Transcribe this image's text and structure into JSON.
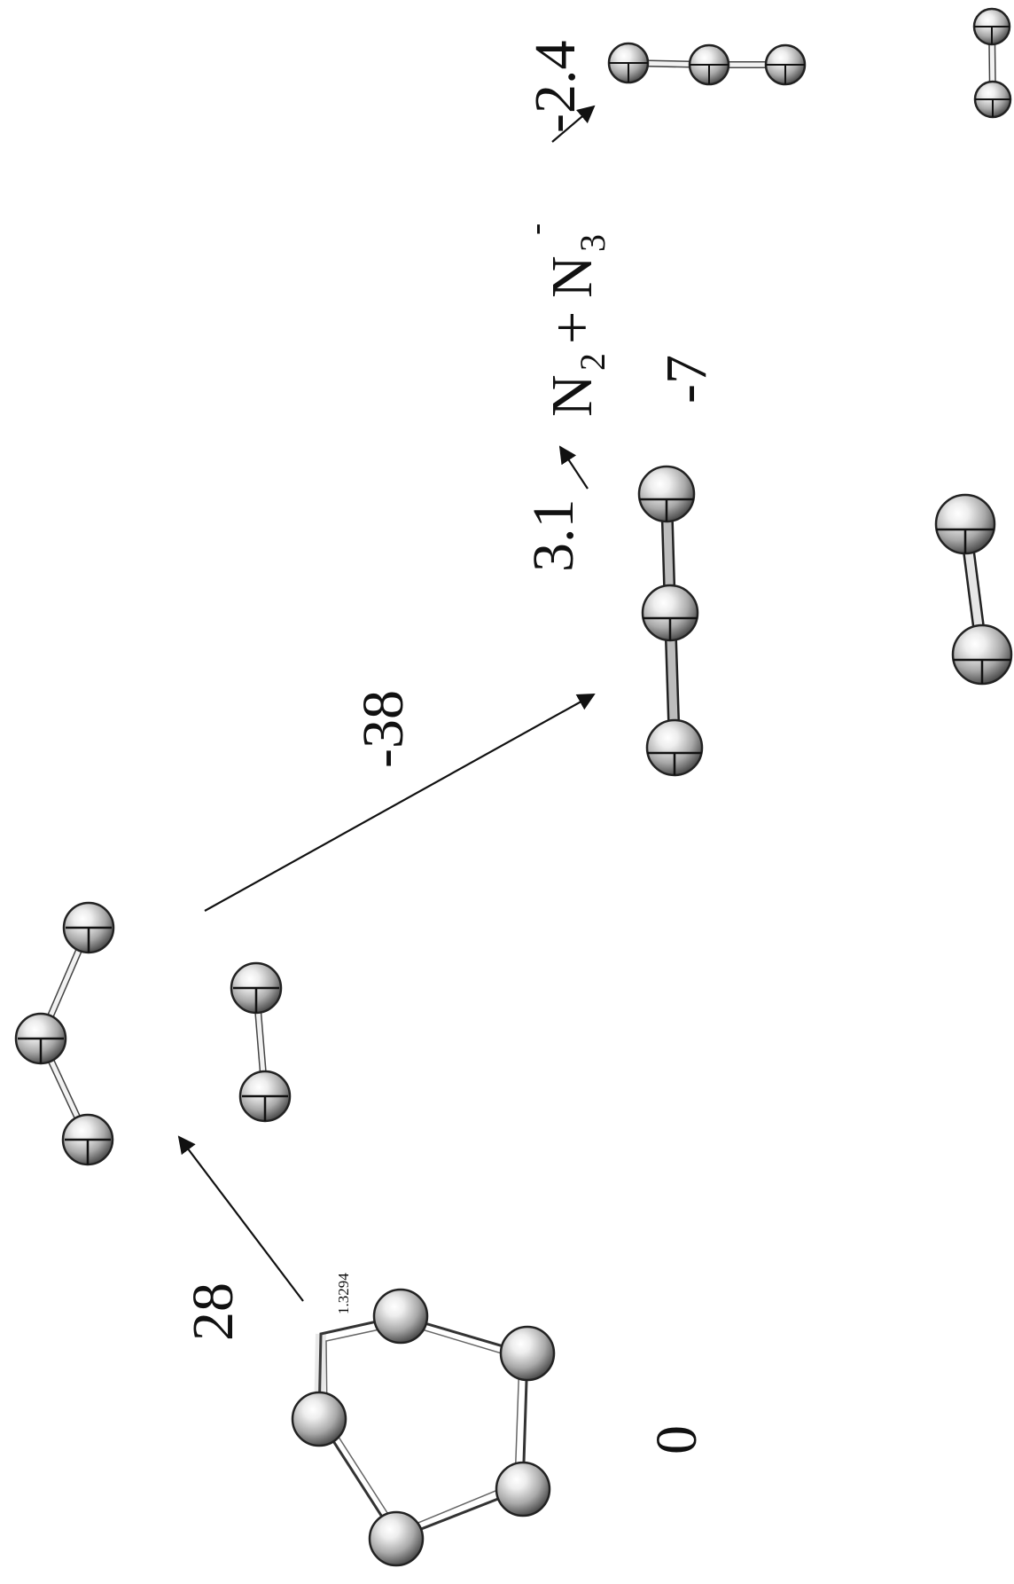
{
  "reactant": {
    "energy": "0",
    "bond_length": "1.3294"
  },
  "step1": {
    "energy": "28"
  },
  "step2": {
    "energy": "-38"
  },
  "products": {
    "formula_n": "N",
    "formula_sub_2": "2",
    "formula_plus": "+",
    "formula_sub_3": "3",
    "formula_charge": "-",
    "energy_product": "-7",
    "energy_branch_left": "3.1",
    "energy_branch_right": "-2.4"
  },
  "colors": {
    "atom_light": "#f2f2f2",
    "atom_mid": "#a9a9a9",
    "atom_dark": "#4a4a4a",
    "ink": "#111111"
  }
}
